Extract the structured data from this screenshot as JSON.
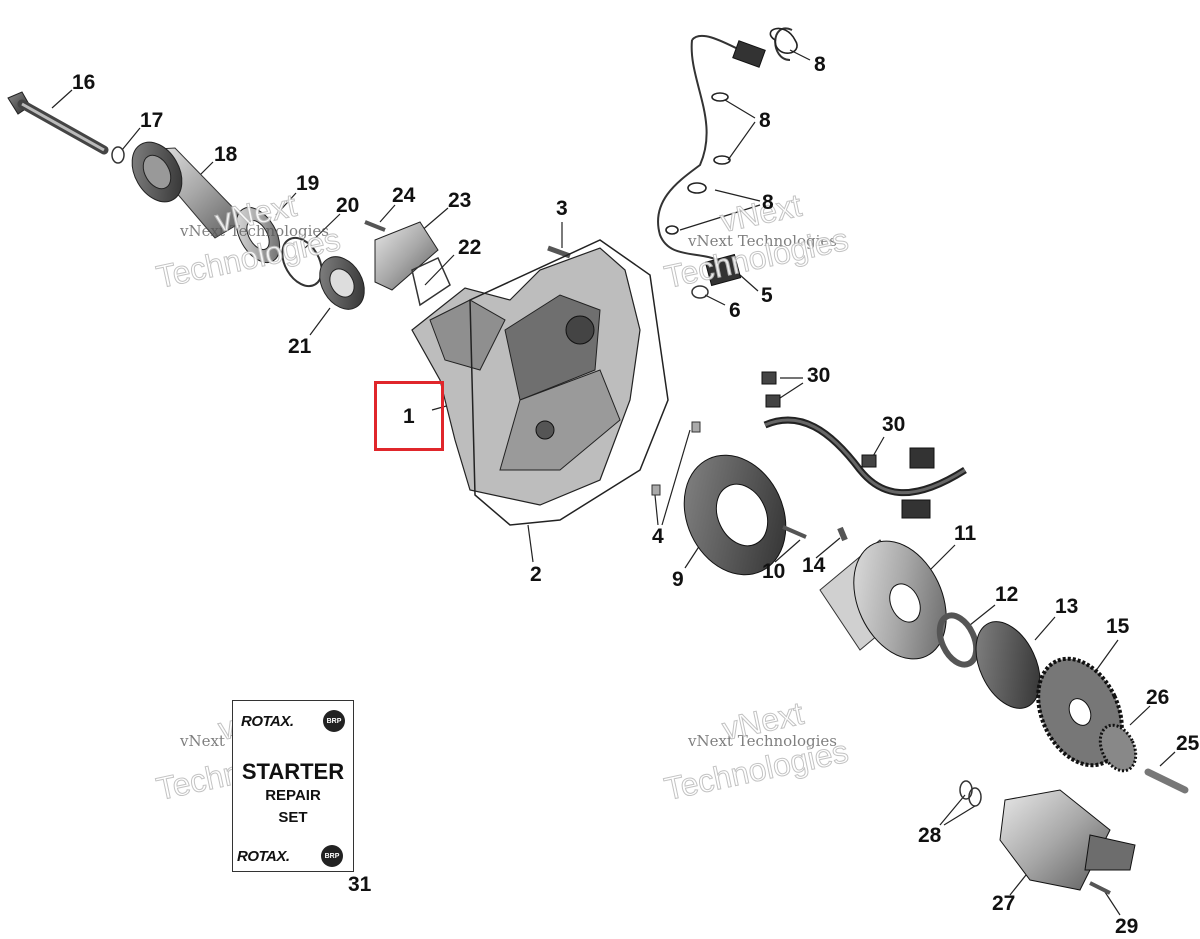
{
  "labels": {
    "l1": "1",
    "l2": "2",
    "l3": "3",
    "l4": "4",
    "l5": "5",
    "l6": "6",
    "l8a": "8",
    "l8b": "8",
    "l8c": "8",
    "l9": "9",
    "l10": "10",
    "l11": "11",
    "l12": "12",
    "l13": "13",
    "l14": "14",
    "l15": "15",
    "l16": "16",
    "l17": "17",
    "l18": "18",
    "l19": "19",
    "l20": "20",
    "l21": "21",
    "l22": "22",
    "l23": "23",
    "l24": "24",
    "l25": "25",
    "l26": "26",
    "l27": "27",
    "l28": "28",
    "l29": "29",
    "l30a": "30",
    "l30b": "30",
    "l31": "31"
  },
  "watermark": {
    "small": "vNext Technologies",
    "big": "Technologies",
    "big_top": "vNext"
  },
  "repair_card": {
    "brand": "ROTAX.",
    "title": "STARTER",
    "line2": "REPAIR",
    "line3": "SET",
    "badge": "BRP"
  },
  "highlight_color": "#e0262b"
}
